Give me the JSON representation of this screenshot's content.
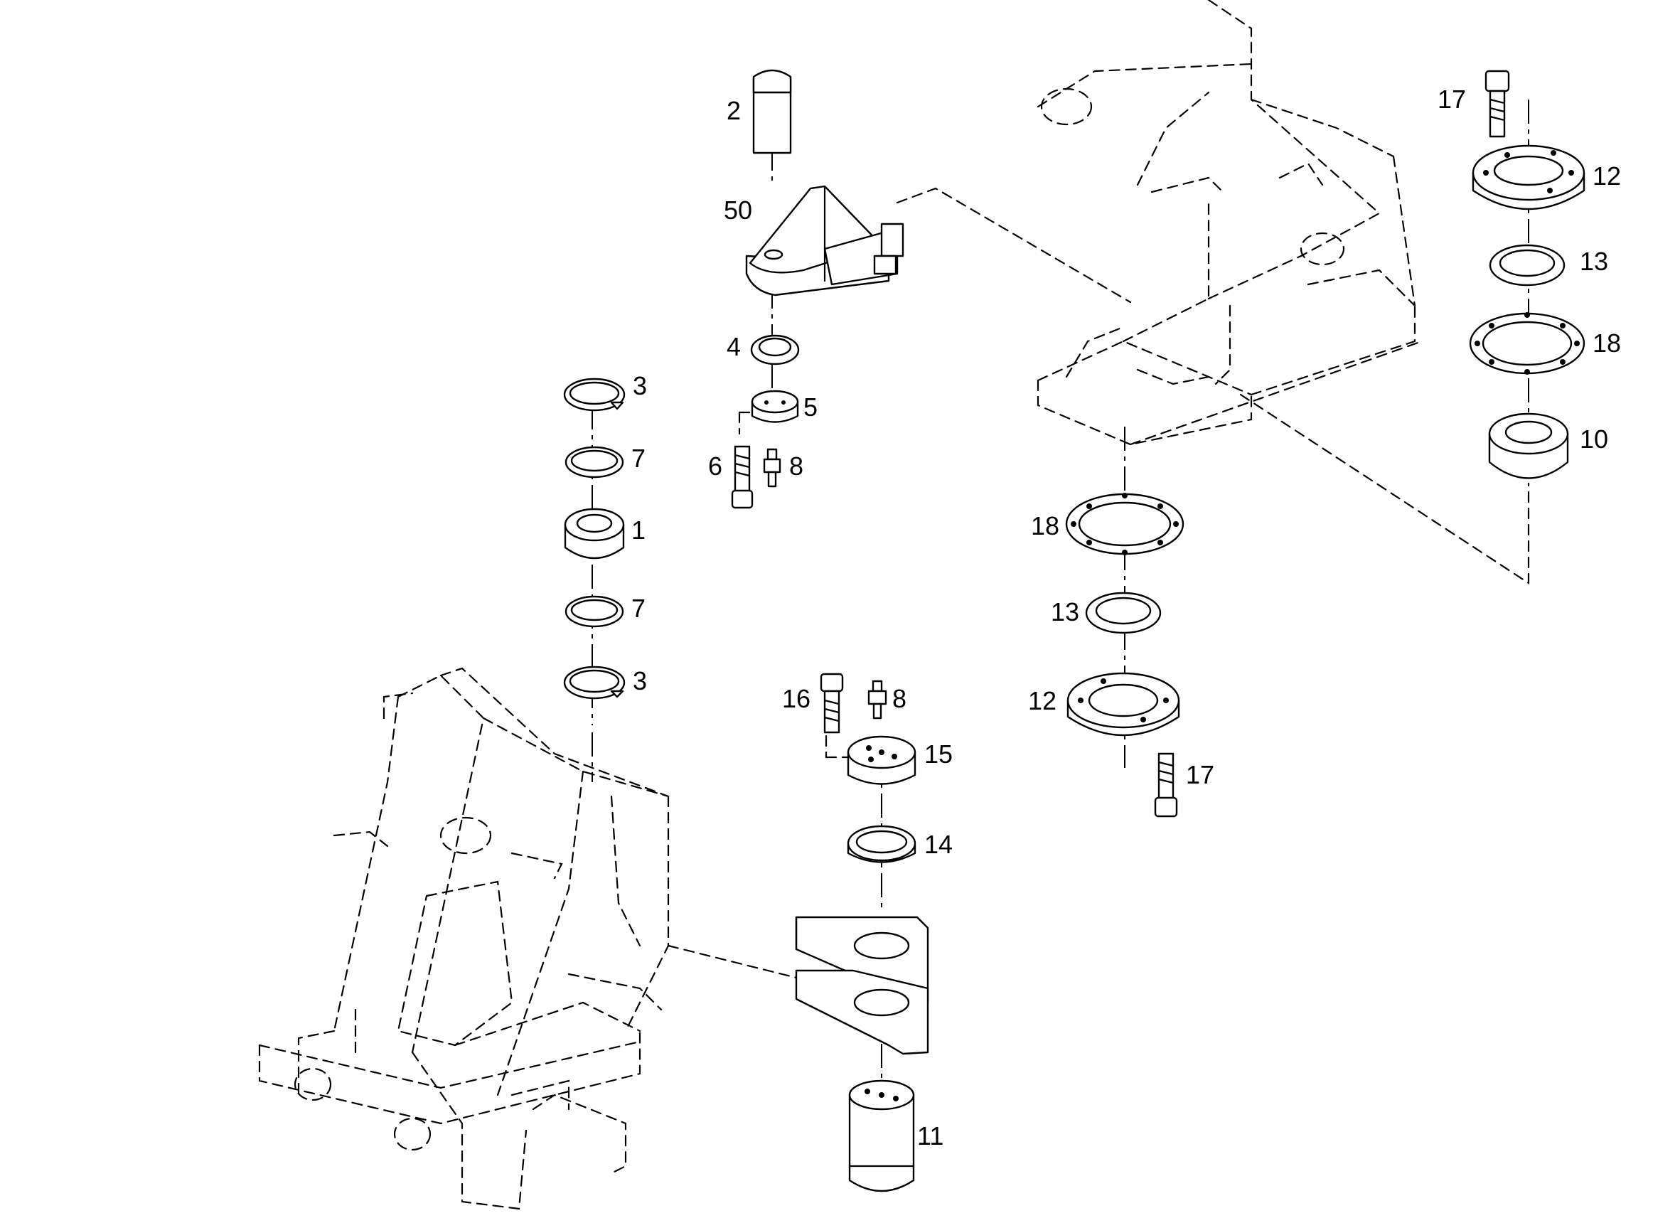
{
  "callouts": {
    "c2": "2",
    "c50": "50",
    "c4": "4",
    "c5": "5",
    "c6": "6",
    "c8a": "8",
    "c3a": "3",
    "c7a": "7",
    "c1": "1",
    "c7b": "7",
    "c3b": "3",
    "c16": "16",
    "c8b": "8",
    "c15": "15",
    "c14": "14",
    "c11": "11",
    "c18a": "18",
    "c13a": "13",
    "c12a": "12",
    "c17a": "17",
    "c17b": "17",
    "c12b": "12",
    "c13b": "13",
    "c18b": "18",
    "c10": "10"
  }
}
